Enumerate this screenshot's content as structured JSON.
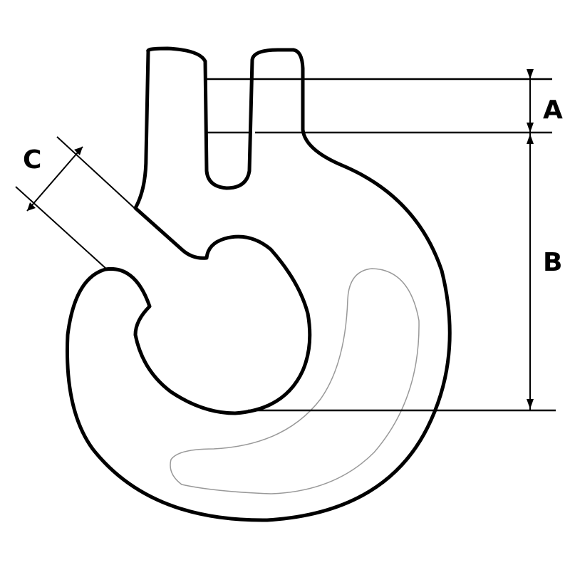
{
  "labels": {
    "a": "A",
    "b": "B",
    "c": "C"
  },
  "colors": {
    "stroke": "#000000",
    "background": "#ffffff",
    "slot_outline": "#999999"
  }
}
